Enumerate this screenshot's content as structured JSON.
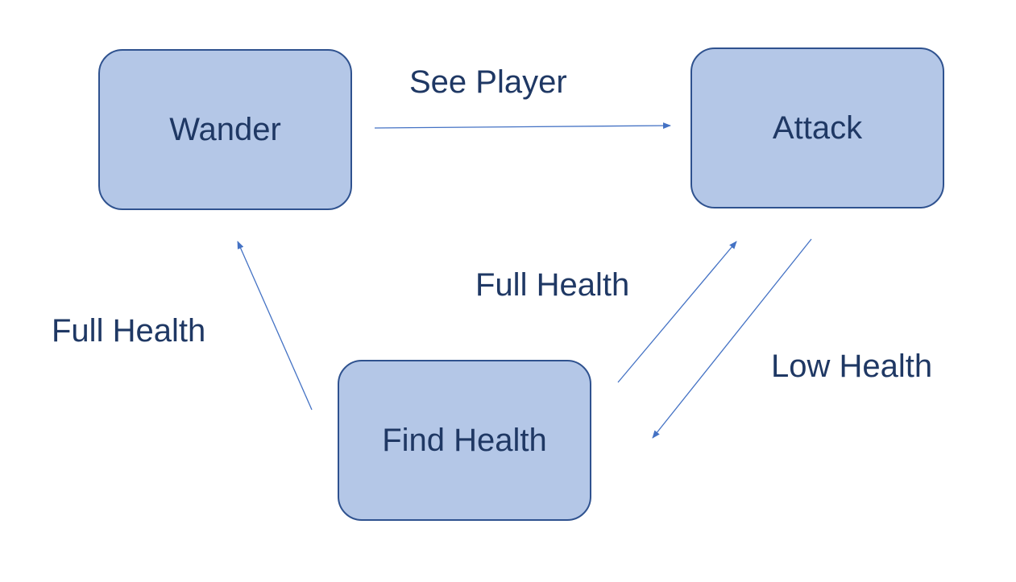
{
  "colors": {
    "state_fill": "#B4C7E7",
    "state_border": "#2F528F",
    "text": "#1F3864",
    "arrow": "#4472C4"
  },
  "states": {
    "wander": "Wander",
    "attack": "Attack",
    "find_health": "Find Health"
  },
  "transitions": {
    "wander_to_attack": "See Player",
    "find_health_to_attack": "Full Health",
    "attack_to_find_health": "Low Health",
    "find_health_to_wander": "Full Health"
  }
}
